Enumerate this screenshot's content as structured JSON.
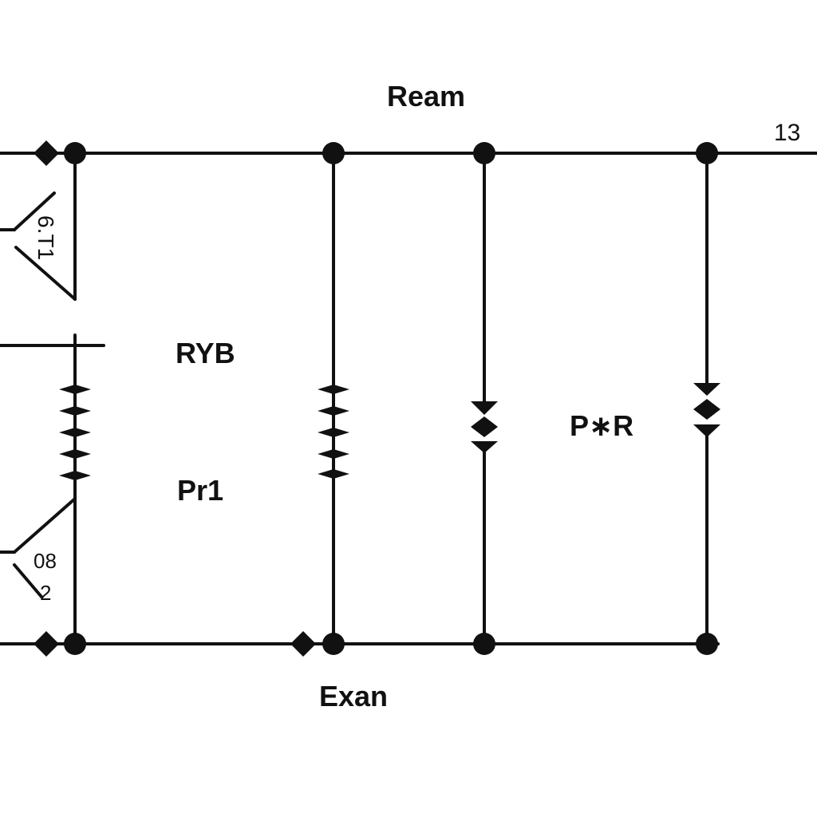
{
  "labels": {
    "top": "Ream",
    "bottom": "Exan",
    "corner": "13",
    "ryb": "RYB",
    "pr1": "Pr1",
    "pxr": "P∗R",
    "switch_top": "6.T1",
    "switch_bottom": "08",
    "switch_bottom_num": "2"
  },
  "colors": {
    "line": "#111111",
    "background": "#ffffff"
  }
}
